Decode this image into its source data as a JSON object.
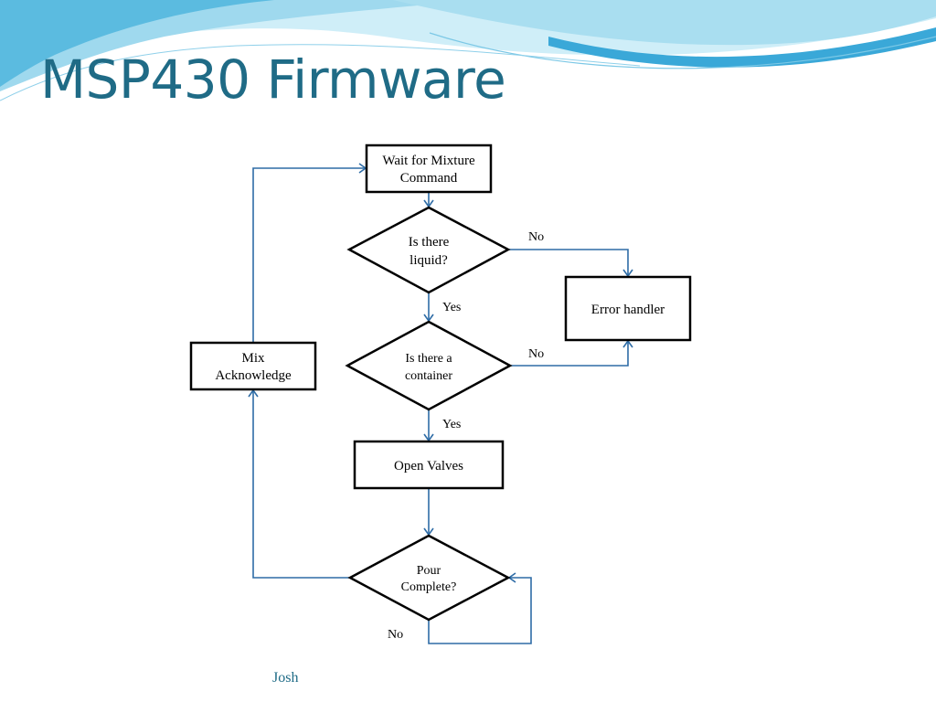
{
  "slide": {
    "title": "MSP430 Firmware",
    "author": "Josh"
  },
  "colors": {
    "title": "#1f6b86",
    "connector": "#2e6ca6",
    "node_border": "#000000",
    "wave_light": "#bfe6f3",
    "wave_dark": "#3aa8d8"
  },
  "nodes": {
    "wait_cmd": {
      "line1": "Wait for Mixture",
      "line2": "Command"
    },
    "is_liquid": {
      "line1": "Is there",
      "line2": "liquid?"
    },
    "error_handler": {
      "label": "Error handler"
    },
    "is_container": {
      "line1": "Is there a",
      "line2": "container"
    },
    "mix_ack": {
      "line1": "Mix",
      "line2": "Acknowledge"
    },
    "open_valves": {
      "label": "Open Valves"
    },
    "pour_complete": {
      "line1": "Pour",
      "line2": "Complete?"
    }
  },
  "edges": {
    "liquid_no": "No",
    "liquid_yes": "Yes",
    "container_no": "No",
    "container_yes": "Yes",
    "pour_no": "No"
  }
}
